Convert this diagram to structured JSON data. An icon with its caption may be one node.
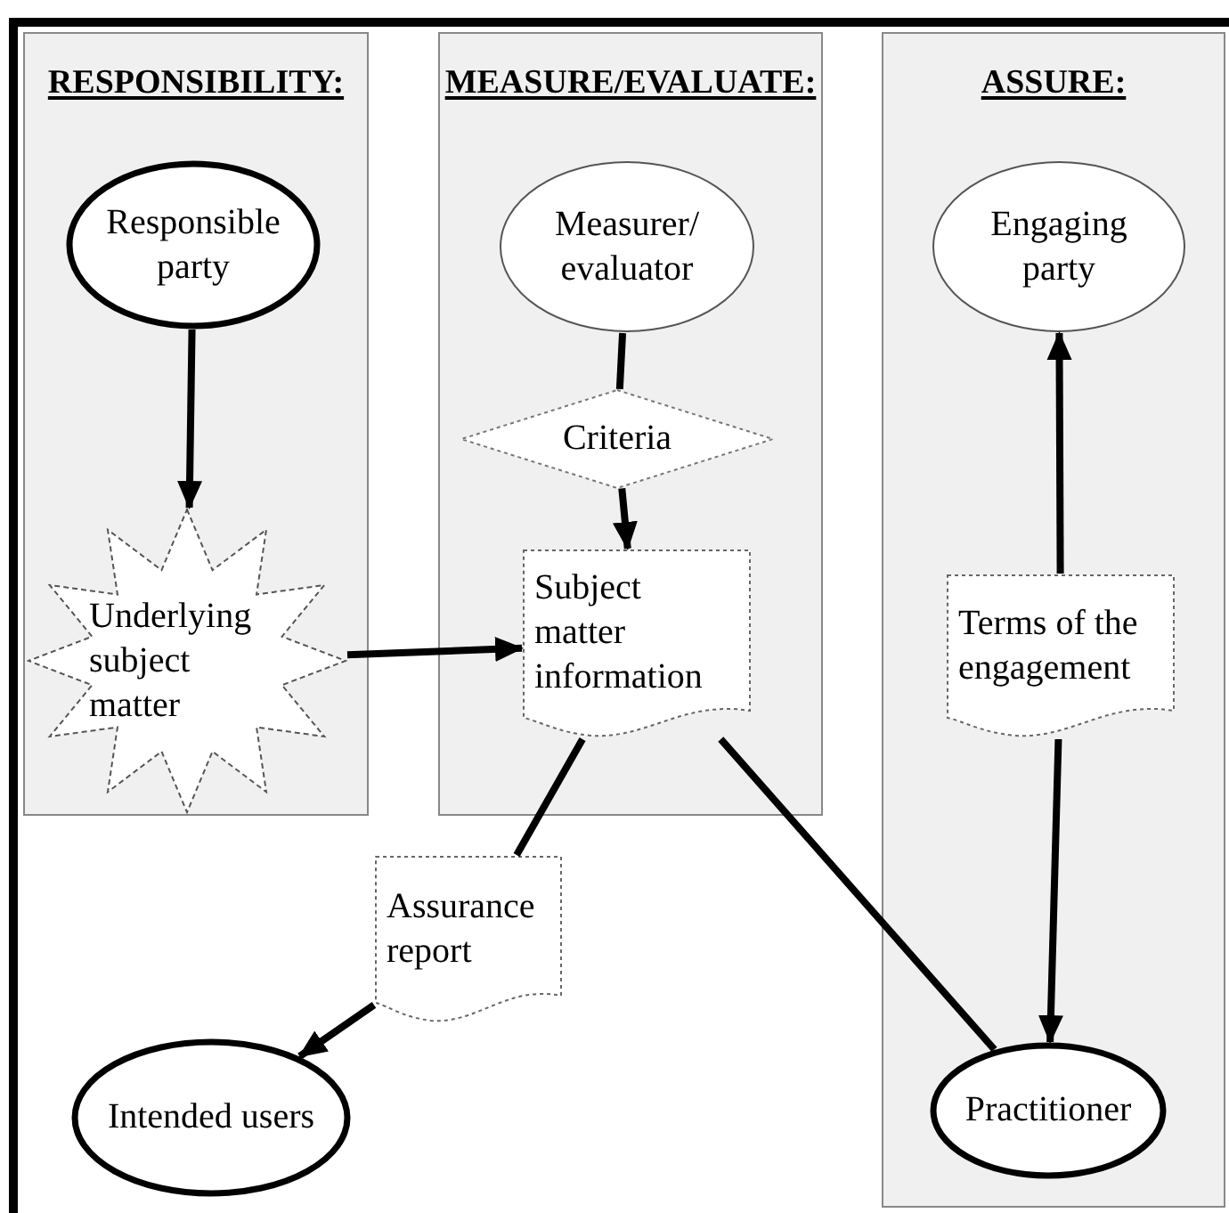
{
  "diagram": {
    "nodes": [
      {
        "text": [
          "RESPONSIBILITY:"
        ]
      },
      {
        "text": [
          "MEASURE/EVALUATE:"
        ]
      },
      {
        "text": [
          "ASSURE:"
        ]
      },
      {
        "text": [
          "Responsible party"
        ],
        "in": 0
      },
      {
        "text": [
          "Underlying subject matter"
        ],
        "in": 0
      },
      {
        "text": [
          "Measurer/ evaluator"
        ],
        "in": 1
      },
      {
        "text": [
          "Criteria"
        ],
        "in": 1
      },
      {
        "text": [
          "Subject matter information"
        ],
        "in": 1
      },
      {
        "text": [
          "Engaging party"
        ],
        "in": 2
      },
      {
        "text": [
          "Terms of the engagement"
        ],
        "in": 2
      },
      {
        "text": [
          "Assurance report"
        ]
      },
      {
        "text": [
          "Intended users"
        ]
      },
      {
        "text": [
          "Practitioner"
        ],
        "in": 2
      }
    ],
    "edges": [
      {
        "from": 3,
        "to": 4,
        "arrow": "to"
      },
      {
        "from": 4,
        "to": 7,
        "arrow": "to"
      },
      {
        "from": 5,
        "to": 6,
        "arrow": "none"
      },
      {
        "from": 6,
        "to": 7,
        "arrow": "to"
      },
      {
        "from": 9,
        "to": 8,
        "arrow": "to"
      },
      {
        "from": 9,
        "to": 12,
        "arrow": "to"
      },
      {
        "from": 7,
        "to": 10,
        "arrow": "none"
      },
      {
        "from": 7,
        "to": 12,
        "arrow": "none"
      },
      {
        "from": 10,
        "to": 11,
        "arrow": "to"
      }
    ]
  }
}
